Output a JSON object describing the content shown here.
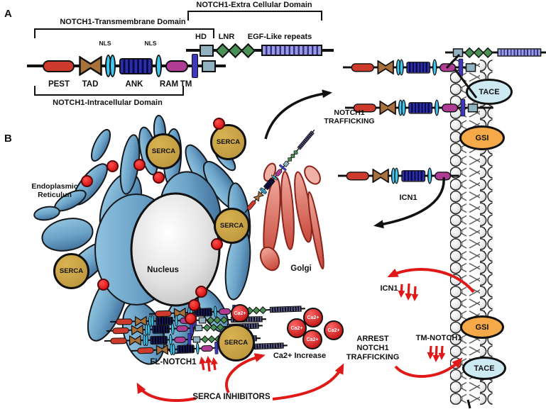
{
  "panel_a": {
    "label": "A",
    "transmembrane_bracket": "NOTCH1-Transmembrane Domain",
    "extracellular_bracket": "NOTCH1-Extra Cellular Domain",
    "intracellular_bracket": "NOTCH1-Intracellular Domain",
    "hd": "HD",
    "lnr": "LNR",
    "egf": "EGF-Like repeats",
    "nls": "NLS",
    "pest": "PEST",
    "tad": "TAD",
    "ank": "ANK",
    "ram": "RAM",
    "tm": "TM"
  },
  "panel_b": {
    "label": "B",
    "er_line1": "Endoplasmic",
    "er_line2": "Reticulun",
    "nucleus": "Nucleus",
    "golgi": "Golgi",
    "serca": "SERCA",
    "trafficking_line1": "NOTCH1",
    "trafficking_line2": "TRAFFICKING",
    "icn1": "ICN1",
    "tace": "TACE",
    "gsi": "GSI",
    "icn1_decrease": "ICN1",
    "tm_notch1": "TM-NOTCH1",
    "ca": "Ca2+",
    "ca_increase": "Ca2+ Increase",
    "arrest_line1": "ARREST",
    "arrest_line2": "NOTCH1",
    "arrest_line3": "TRAFFICKING",
    "fl_notch1": "FL-NOTCH1",
    "serca_inhibitors": "SERCA INHIBITORS"
  },
  "colors": {
    "pest": "#CE3B2C",
    "tad": "#A9713B",
    "nls": "#3FC8F0",
    "ank": "#2E2EA6",
    "ram": "#B13C96",
    "tm": "#4038BC",
    "hd": "#92B2C2",
    "lnr": "#4A9155",
    "egf": "#9C9CE0",
    "serca": "#C9A23D",
    "er": "#5E94BC",
    "golgi": "#DC8275",
    "tace": "#CDE9F2",
    "gsi": "#F5A949",
    "calcium": "#D40000",
    "arrow_red": "#E01818",
    "arrow_black": "#111111"
  }
}
